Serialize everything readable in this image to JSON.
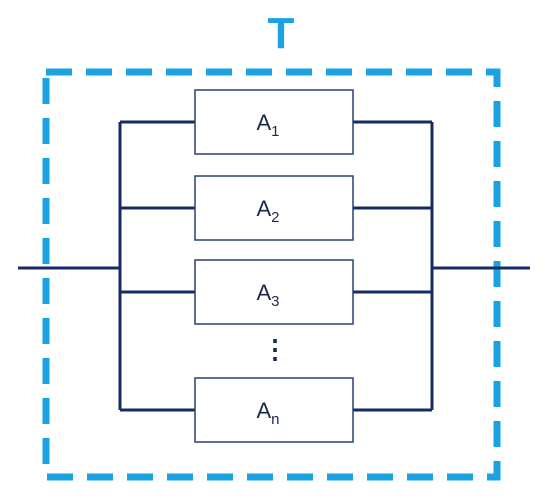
{
  "title": "T",
  "colors": {
    "frame": "#1aa3e0",
    "wire": "#162b63",
    "box_stroke": "#2a3f73",
    "text": "#1b2a4a"
  },
  "components": [
    {
      "base": "A",
      "sub": "1"
    },
    {
      "base": "A",
      "sub": "2"
    },
    {
      "base": "A",
      "sub": "3"
    },
    {
      "base": "A",
      "sub": "n"
    }
  ],
  "ellipsis": "⋮"
}
